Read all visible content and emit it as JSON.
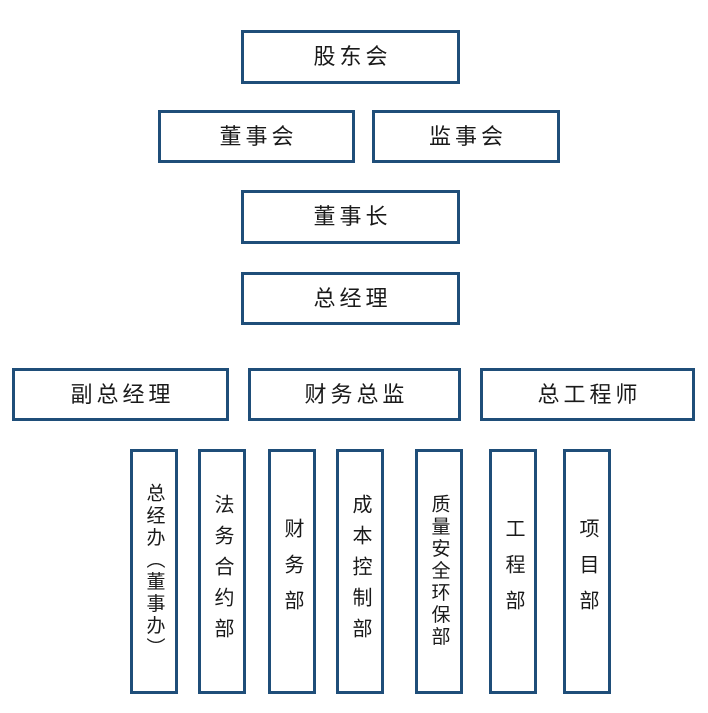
{
  "chart_data": {
    "type": "diagram",
    "title": "",
    "orientation": "top-down organizational hierarchy",
    "levels": [
      {
        "level": 1,
        "nodes": [
          {
            "id": "shareholders",
            "label": "股东会"
          }
        ]
      },
      {
        "level": 2,
        "nodes": [
          {
            "id": "board-of-directors",
            "label": "董事会"
          },
          {
            "id": "board-of-supervisors",
            "label": "监事会"
          }
        ]
      },
      {
        "level": 3,
        "nodes": [
          {
            "id": "chairman",
            "label": "董事长"
          }
        ]
      },
      {
        "level": 4,
        "nodes": [
          {
            "id": "general-manager",
            "label": "总经理"
          }
        ]
      },
      {
        "level": 5,
        "nodes": [
          {
            "id": "deputy-general-manager",
            "label": "副总经理"
          },
          {
            "id": "cfo",
            "label": "财务总监"
          },
          {
            "id": "chief-engineer",
            "label": "总工程师"
          }
        ]
      },
      {
        "level": 6,
        "orientation": "vertical-text",
        "nodes": [
          {
            "id": "gm-office",
            "label": "总经办（董事办）"
          },
          {
            "id": "legal-contract-dept",
            "label": "法务合约部"
          },
          {
            "id": "finance-dept",
            "label": "财务部"
          },
          {
            "id": "cost-control-dept",
            "label": "成本控制部"
          },
          {
            "id": "quality-safety-env-dept",
            "label": "质量安全环保部"
          },
          {
            "id": "engineering-dept",
            "label": "工程部"
          },
          {
            "id": "project-dept",
            "label": "项目部"
          }
        ]
      }
    ]
  },
  "colors": {
    "box_border": "#1f4e79",
    "box_fill": "#ffffff",
    "text": "#1a1a1a",
    "background": "#ffffff"
  }
}
